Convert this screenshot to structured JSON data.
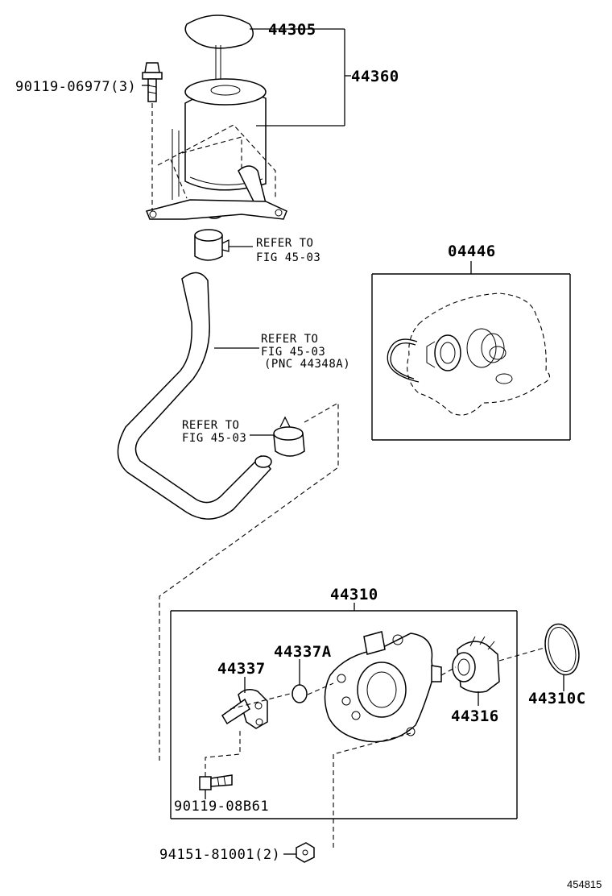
{
  "parts": {
    "cap": "44305",
    "reservoir_assy": "44360",
    "bolt_top": "90119-06977(3)",
    "kit": "04446",
    "pump_assy": "44310",
    "oring_a": "44337A",
    "union": "44337",
    "pulley": "44316",
    "oring_c": "44310C",
    "bolt_union": "90119-08B61",
    "bolt_pump": "94151-81001(2)"
  },
  "refs": {
    "clamp_top_line1": "REFER TO",
    "clamp_top_line2": "FIG 45-03",
    "hose_line1": "REFER TO",
    "hose_line2": "FIG 45-03",
    "hose_line3": "(PNC 44348A)",
    "clamp_low_line1": "REFER TO",
    "clamp_low_line2": "FIG 45-03"
  },
  "drawing_code": "454815"
}
